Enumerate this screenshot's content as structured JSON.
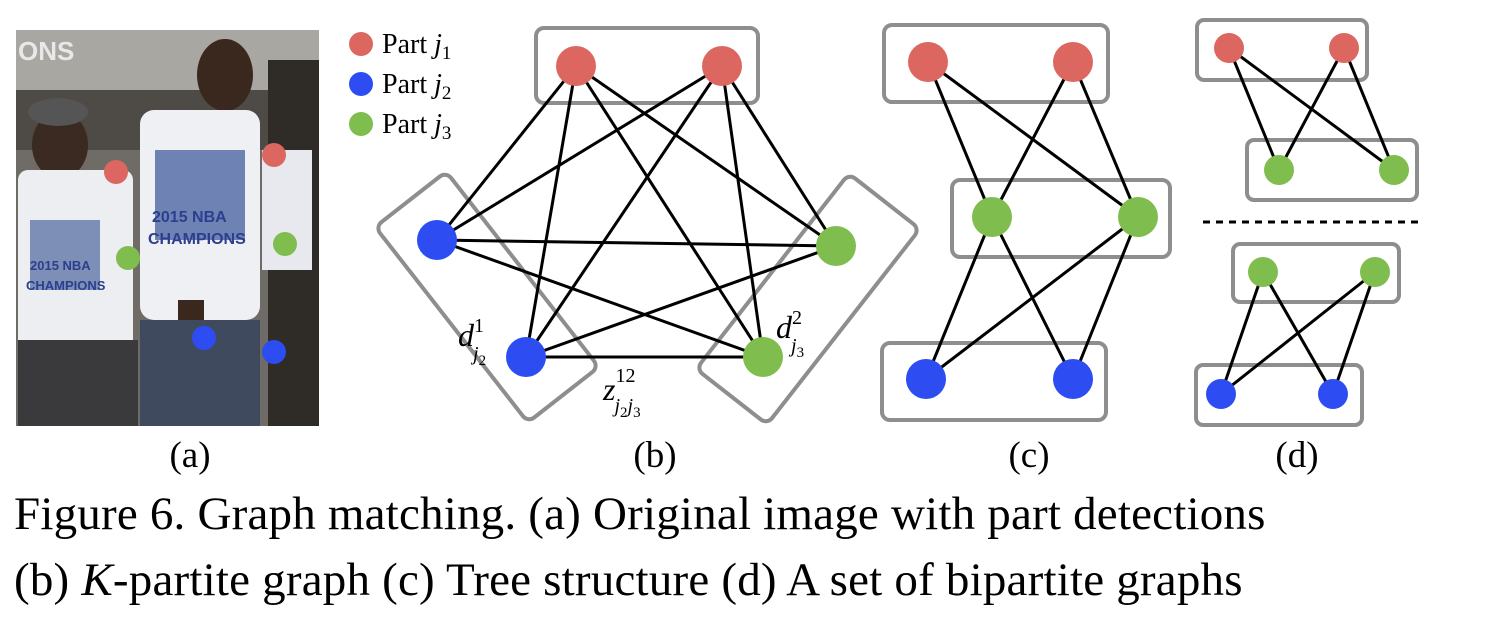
{
  "colors": {
    "red": "#dc6760",
    "blue": "#2d4df2",
    "green": "#80bd4f",
    "box": "#8e8e8e"
  },
  "legend": [
    {
      "label": "Part",
      "var": "j",
      "sub": "1",
      "color": "red"
    },
    {
      "label": "Part",
      "var": "j",
      "sub": "2",
      "color": "blue"
    },
    {
      "label": "Part",
      "var": "j",
      "sub": "3",
      "color": "green"
    }
  ],
  "panel_labels": [
    "(a)",
    "(b)",
    "(c)",
    "(d)"
  ],
  "math_labels": {
    "d1": {
      "base": "d",
      "sup": "1",
      "sub": "j",
      "subsub": "2"
    },
    "d2": {
      "base": "d",
      "sup": "2",
      "sub": "j",
      "subsub": "3"
    },
    "z": {
      "base": "z",
      "sup": "12",
      "sub": "j",
      "subsub1": "2",
      "subsub2": "3"
    }
  },
  "photo": {
    "shirt_text_1": "2015 NBA",
    "shirt_text_2": "CHAMPIONS",
    "banner_text": "ONS"
  },
  "caption": {
    "line1": "Figure 6. Graph matching. (a) Original image with part detections",
    "line2_pre": "(b) ",
    "line2_k": "K",
    "line2_post": "-partite graph (c) Tree structure (d) A set of bipartite graphs"
  }
}
